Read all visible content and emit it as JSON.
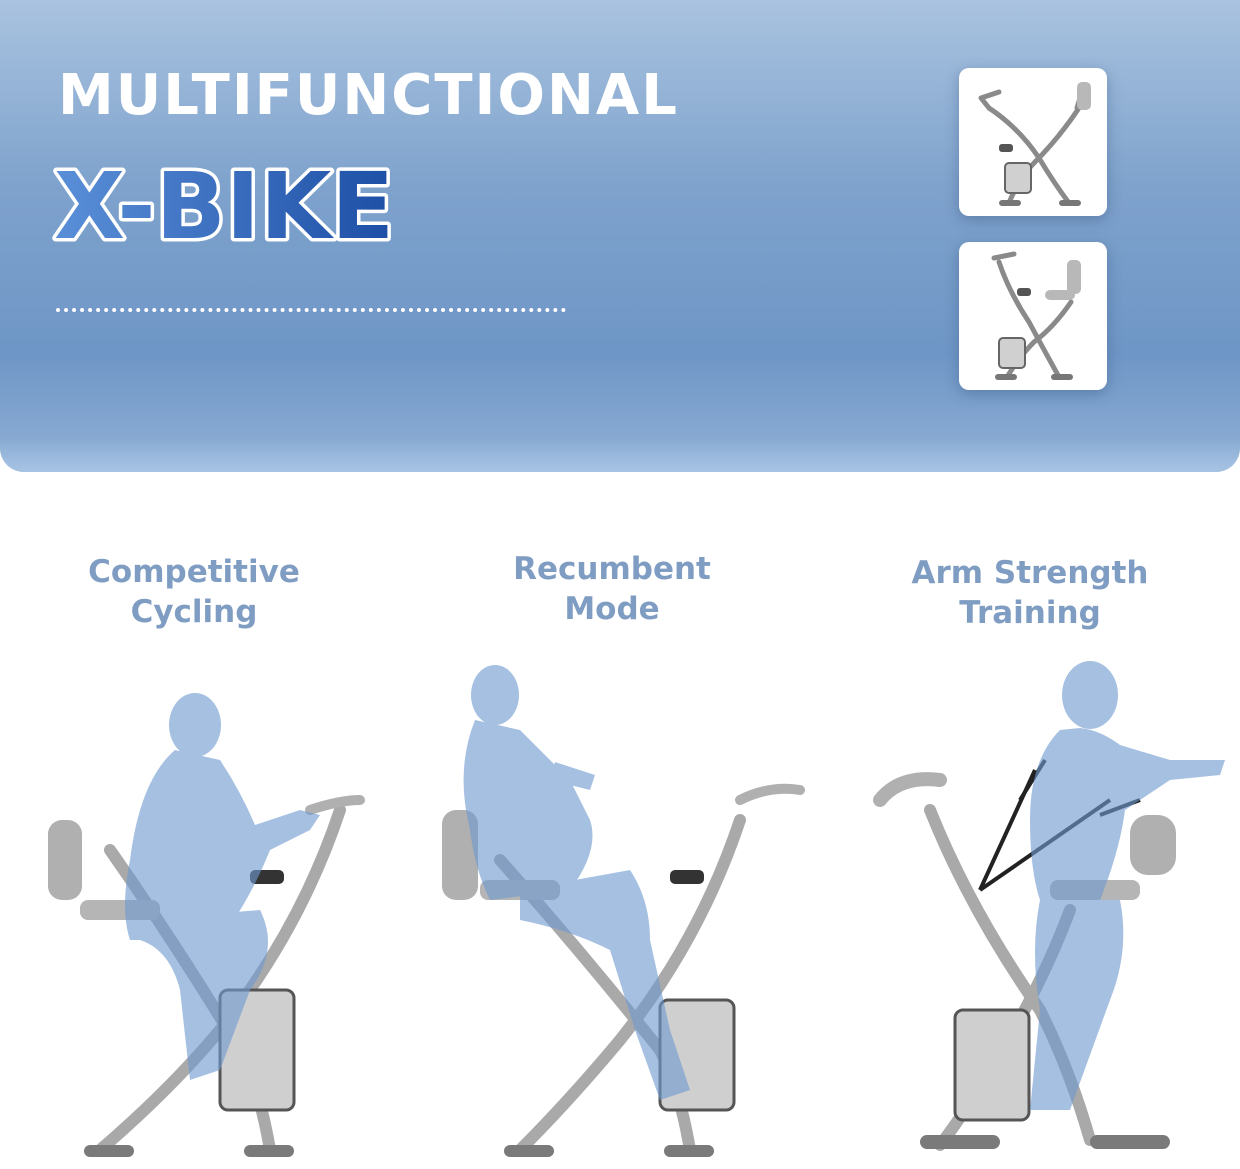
{
  "hero": {
    "headline": "MULTIFUNCTIONAL",
    "brand": "X-BIKE"
  },
  "modes": [
    {
      "line1": "Competitive",
      "line2": "Cycling"
    },
    {
      "line1": "Recumbent",
      "line2": "Mode"
    },
    {
      "line1": "Arm Strength",
      "line2": "Training"
    }
  ],
  "icons": {
    "thumb_top": "folded-bike-icon",
    "thumb_bottom": "unfolded-bike-icon",
    "scene_1": "upright-cycling-figure",
    "scene_2": "recumbent-figure",
    "scene_3": "arm-bands-figure"
  },
  "colors": {
    "accent": "#2f64b8",
    "label": "#7f9dc2",
    "silhouette": "#6f9ad0"
  }
}
